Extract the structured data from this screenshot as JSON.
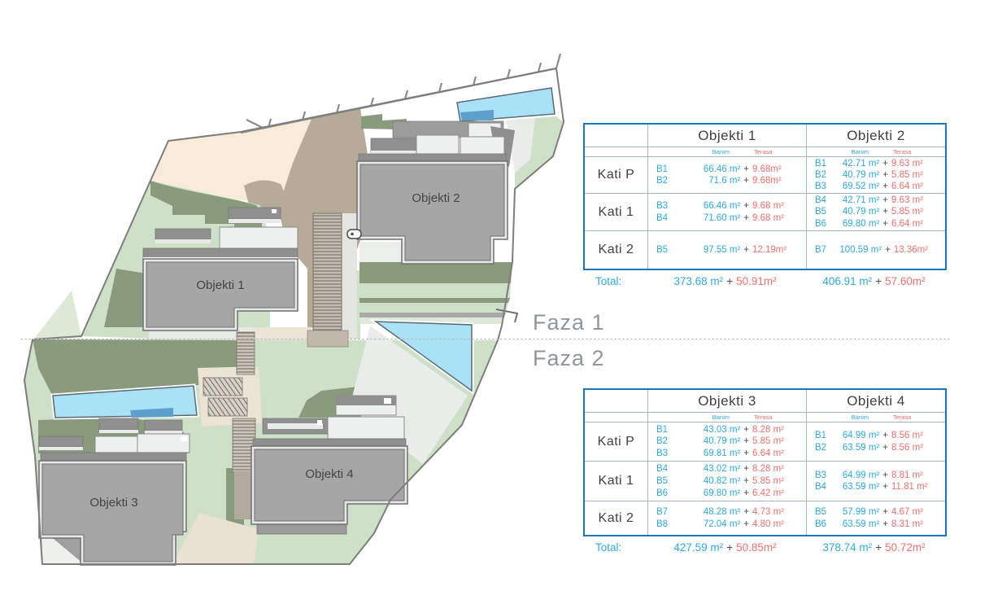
{
  "plus_sign": "+",
  "plan": {
    "phases": [
      {
        "label": "Faza 1"
      },
      {
        "label": "Faza 2"
      }
    ],
    "buildings": [
      {
        "label": "Objekti 1"
      },
      {
        "label": "Objekti 2"
      },
      {
        "label": "Objekti 3"
      },
      {
        "label": "Objekti 4"
      }
    ]
  },
  "colors": {
    "accent_blue": "#2fa9e1",
    "accent_red": "#f2706d",
    "table_border": "#1b75bc",
    "pool": "#a9e2f6",
    "lawn": "#cfe0c8",
    "hedge": "#8a9a7d",
    "sand": "#f6ecd9",
    "earth": "#b6ab99"
  },
  "tables": [
    {
      "name": "faza-1",
      "row_header_labels": [
        "Kati P",
        "Kati 1",
        "Kati 2"
      ],
      "total_label": "Total:",
      "columns": [
        {
          "title": "Objekti 1",
          "banim_label": "Banim",
          "terasa_label": "Terasa",
          "floors": [
            [
              {
                "id": "B1",
                "banim": "66.46 m²",
                "terasa": "9.68m²"
              },
              {
                "id": "B2",
                "banim": "71.6 m²",
                "terasa": "9.68m²"
              }
            ],
            [
              {
                "id": "B3",
                "banim": "66.46 m²",
                "terasa": "9.68 m²"
              },
              {
                "id": "B4",
                "banim": "71.60 m²",
                "terasa": "9.68 m²"
              }
            ],
            [
              {
                "id": "B5",
                "banim": "97.55 m²",
                "terasa": "12.19m²"
              }
            ]
          ],
          "total": {
            "banim": "373.68 m²",
            "terasa": "50.91m²"
          }
        },
        {
          "title": "Objekti 2",
          "banim_label": "Banim",
          "terasa_label": "Terasa",
          "floors": [
            [
              {
                "id": "B1",
                "banim": "42.71 m²",
                "terasa": "9.63 m²"
              },
              {
                "id": "B2",
                "banim": "40.79 m²",
                "terasa": "5.85 m²"
              },
              {
                "id": "B3",
                "banim": "69.52 m²",
                "terasa": "6.64 m²"
              }
            ],
            [
              {
                "id": "B4",
                "banim": "42.71 m²",
                "terasa": "9.63 m²"
              },
              {
                "id": "B5",
                "banim": "40.79 m²",
                "terasa": "5.85 m²"
              },
              {
                "id": "B6",
                "banim": "69.80 m²",
                "terasa": "6.64 m²"
              }
            ],
            [
              {
                "id": "B7",
                "banim": "100.59 m²",
                "terasa": "13.36m²"
              }
            ]
          ],
          "total": {
            "banim": "406.91 m²",
            "terasa": "57.60m²"
          }
        }
      ]
    },
    {
      "name": "faza-2",
      "row_header_labels": [
        "Kati P",
        "Kati 1",
        "Kati 2"
      ],
      "total_label": "Total:",
      "columns": [
        {
          "title": "Objekti 3",
          "banim_label": "Banim",
          "terasa_label": "Terasa",
          "floors": [
            [
              {
                "id": "B1",
                "banim": "43.03 m²",
                "terasa": "8.28 m²"
              },
              {
                "id": "B2",
                "banim": "40.79 m²",
                "terasa": "5.85 m²"
              },
              {
                "id": "B3",
                "banim": "69.81 m²",
                "terasa": "6.64 m²"
              }
            ],
            [
              {
                "id": "B4",
                "banim": "43.02 m²",
                "terasa": "8.28 m²"
              },
              {
                "id": "B5",
                "banim": "40.82 m²",
                "terasa": "5.85 m²"
              },
              {
                "id": "B6",
                "banim": "69.80 m²",
                "terasa": "6.42 m²"
              }
            ],
            [
              {
                "id": "B7",
                "banim": "48.28 m²",
                "terasa": "4.73 m²"
              },
              {
                "id": "B8",
                "banim": "72.04 m²",
                "terasa": "4.80 m²"
              }
            ]
          ],
          "total": {
            "banim": "427.59 m²",
            "terasa": "50.85m²"
          }
        },
        {
          "title": "Objekti 4",
          "banim_label": "Banim",
          "terasa_label": "Terasa",
          "floors": [
            [
              {
                "id": "B1",
                "banim": "64.99 m²",
                "terasa": "8.56 m²"
              },
              {
                "id": "B2",
                "banim": "63.59 m²",
                "terasa": "8.56 m²"
              }
            ],
            [
              {
                "id": "B3",
                "banim": "64.99 m²",
                "terasa": "8.81 m²"
              },
              {
                "id": "B4",
                "banim": "63.59 m²",
                "terasa": "11.81 m²"
              }
            ],
            [
              {
                "id": "B5",
                "banim": "57.99 m²",
                "terasa": "4.67 m²"
              },
              {
                "id": "B6",
                "banim": "63.59 m²",
                "terasa": "8.31 m²"
              }
            ]
          ],
          "total": {
            "banim": "378.74 m²",
            "terasa": "50.72m²"
          }
        }
      ]
    }
  ]
}
